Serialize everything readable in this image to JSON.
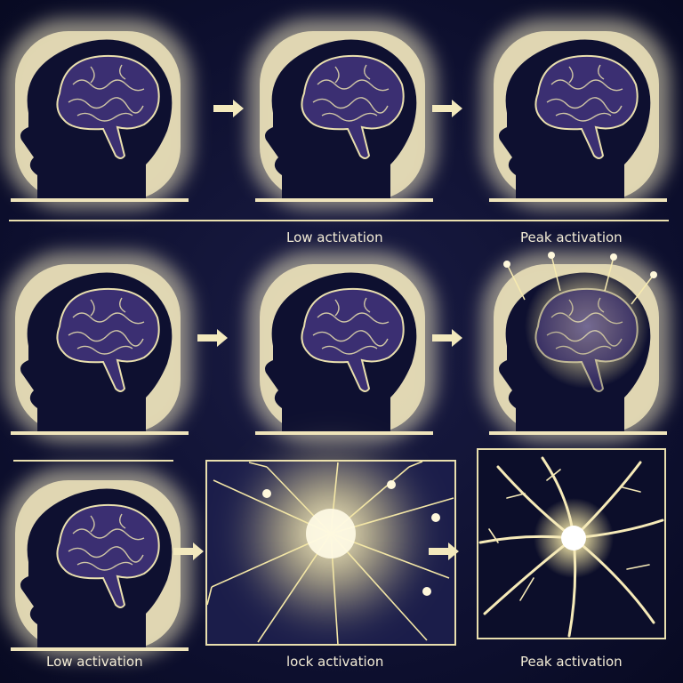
{
  "colors": {
    "background": "#0d0f2e",
    "glow": "#f5ecc4",
    "brain": "#3b2f72",
    "line": "#e9dfae"
  },
  "labels": {
    "row1_low": "Low activation",
    "row1_peak": "Peak activation",
    "row3_low": "Low activation",
    "row3_lock": "lock activation",
    "row3_peak": "Peak activation"
  },
  "icons": [
    "head-silhouette",
    "brain",
    "arrow-right",
    "neuron"
  ]
}
